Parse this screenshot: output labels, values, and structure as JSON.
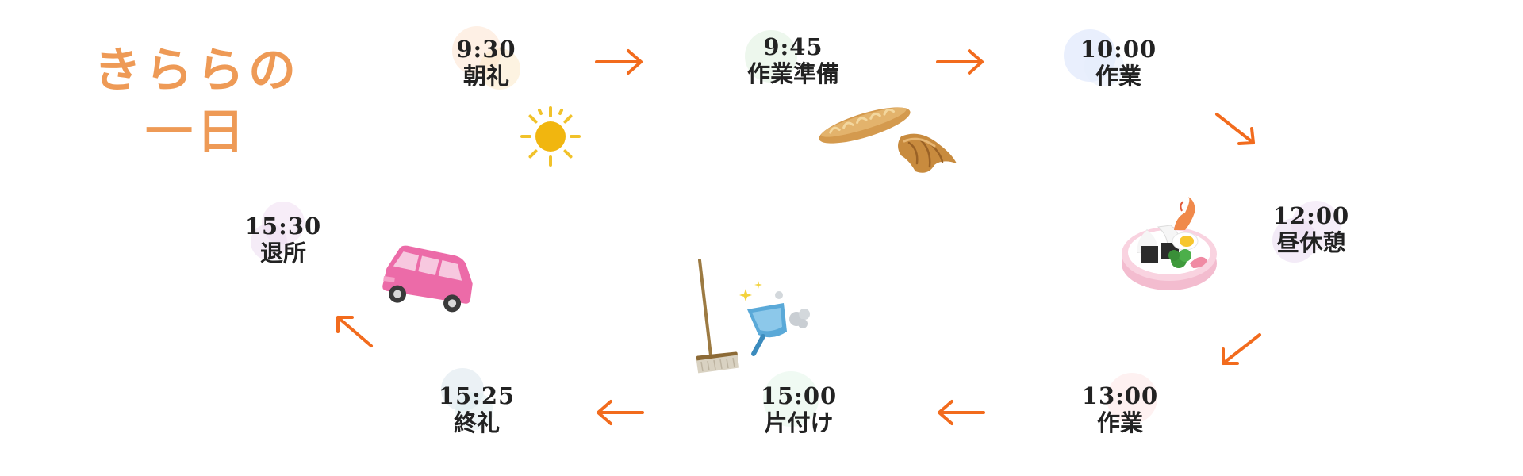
{
  "title": {
    "line1": "きららの",
    "line2": "一日"
  },
  "schedule": [
    {
      "time": "9:30",
      "label": "朝礼"
    },
    {
      "time": "9:45",
      "label": "作業準備"
    },
    {
      "time": "10:00",
      "label": "作業"
    },
    {
      "time": "12:00",
      "label": "昼休憩"
    },
    {
      "time": "13:00",
      "label": "作業"
    },
    {
      "time": "15:00",
      "label": "片付け"
    },
    {
      "time": "15:25",
      "label": "終礼"
    },
    {
      "time": "15:30",
      "label": "退所"
    }
  ],
  "colors": {
    "title": "#ee9a56",
    "arrow": "#f26b1d",
    "text": "#222222"
  },
  "icons": {
    "morning": "sun-icon",
    "prep": "bread-icon",
    "lunch": "bento-icon",
    "cleanup": "broom-dustpan-icon",
    "leave": "car-icon",
    "flow": "arrow-icon"
  }
}
